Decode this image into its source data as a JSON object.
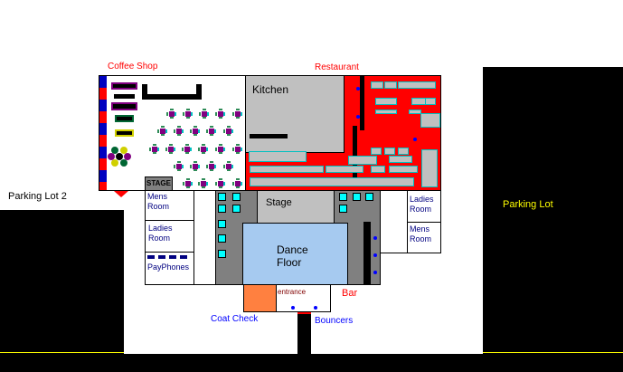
{
  "labels": {
    "coffee_shop": "Coffee Shop",
    "restaurant": "Restaurant",
    "kitchen": "Kitchen",
    "parking_lot_2": "Parking Lot 2",
    "parking_lot": "Parking Lot",
    "stage_small": "STAGE",
    "mens_room_left": "Mens Room",
    "ladies_room_left": "Ladies Room",
    "payphones": "PayPhones",
    "stage": "Stage",
    "dance_floor_1": "Dance",
    "dance_floor_2": "Floor",
    "ladies_room_right": "Ladies Room",
    "mens_room_right": "Mens Room",
    "entrance": "entrance",
    "bar": "Bar",
    "coat_check": "Coat Check",
    "bouncers": "Bouncers"
  },
  "colors": {
    "restaurant": "#ff0000",
    "kitchen": "#c0c0c0",
    "dance_floor": "#a6caf0",
    "lounge": "#808080",
    "coat_check": "#ff8040",
    "parking": "#000000",
    "parking_label": "#ffff00"
  }
}
